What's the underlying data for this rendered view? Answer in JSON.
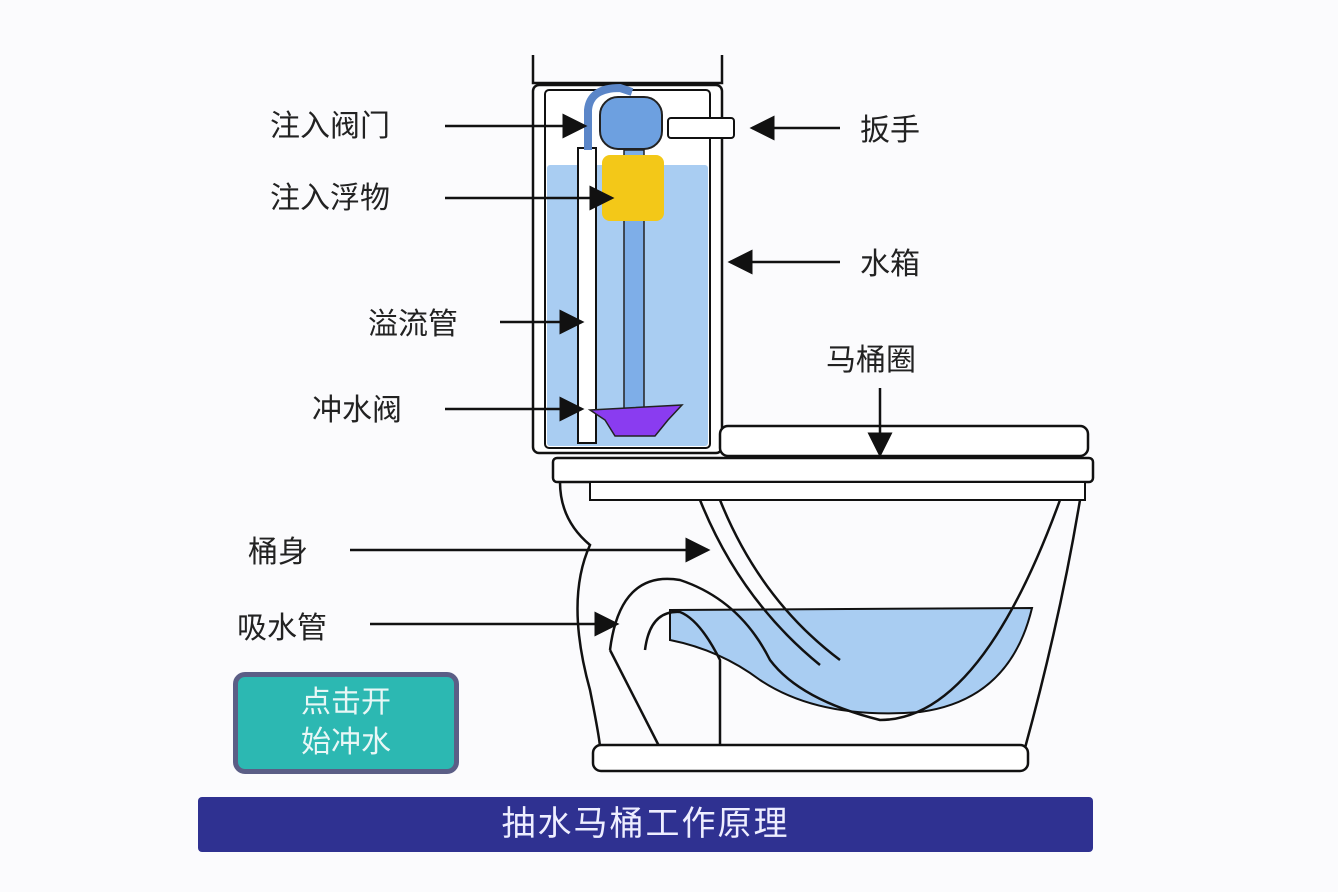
{
  "labels": {
    "fill_valve": "注入阀门",
    "float": "注入浮物",
    "overflow_pipe": "溢流管",
    "flush_valve": "冲水阀",
    "bowl_body": "桶身",
    "siphon_pipe": "吸水管",
    "handle": "扳手",
    "tank": "水箱",
    "seat": "马桶圈"
  },
  "button": {
    "line1": "点击开",
    "line2": "始冲水"
  },
  "title": "抽水马桶工作原理",
  "colors": {
    "water": "#a9cdf2",
    "float": "#f3c818",
    "flush_valve": "#8a3cf0",
    "title_bar": "#2f3191",
    "button": "#2cb8b2"
  }
}
